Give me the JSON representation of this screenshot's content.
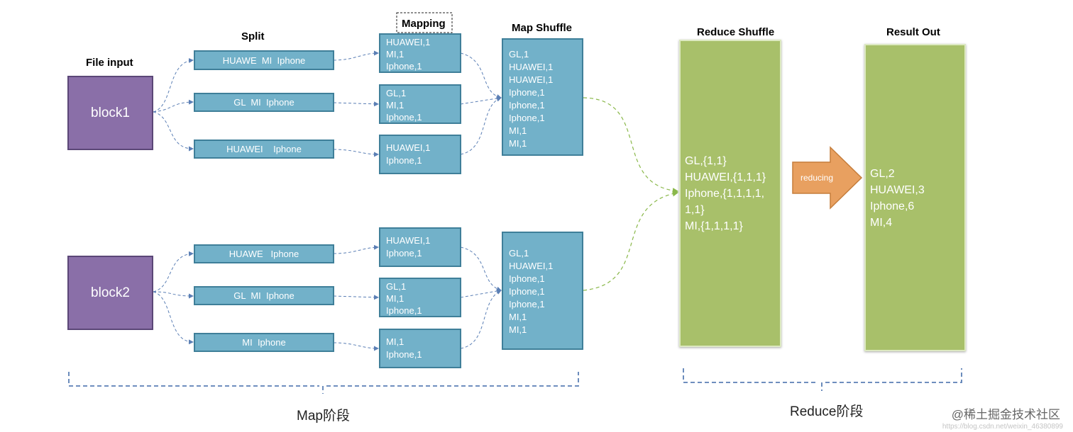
{
  "headers": {
    "file_input": "File input",
    "split": "Split",
    "mapping": "Mapping",
    "map_shuffle": "Map  Shuffle",
    "reduce_shuffle": "Reduce Shuffle",
    "result_out": "Result Out"
  },
  "blocks": [
    "block1",
    "block2"
  ],
  "splits": [
    "HUAWE  MI  Iphone",
    "GL  MI  Iphone",
    "HUAWEI    Iphone",
    "HUAWE   Iphone",
    "GL  MI  Iphone",
    "MI  Iphone"
  ],
  "mappings": [
    [
      "HUAWEI,1",
      "MI,1",
      "Iphone,1"
    ],
    [
      "GL,1",
      "MI,1",
      "Iphone,1"
    ],
    [
      "HUAWEI,1",
      "Iphone,1"
    ],
    [
      "HUAWEI,1",
      "Iphone,1"
    ],
    [
      "GL,1",
      "MI,1",
      "Iphone,1"
    ],
    [
      "MI,1",
      "Iphone,1"
    ]
  ],
  "map_shuffles": [
    [
      "GL,1",
      "HUAWEI,1",
      "HUAWEI,1",
      "Iphone,1",
      "Iphone,1",
      "Iphone,1",
      "MI,1",
      "MI,1"
    ],
    [
      "GL,1",
      "HUAWEI,1",
      "Iphone,1",
      "Iphone,1",
      "Iphone,1",
      "MI,1",
      "MI,1"
    ]
  ],
  "reduce_shuffle": [
    "GL,{1,1}",
    "HUAWEI,{1,1,1}",
    "Iphone,{1,1,1,1,",
    "1,1}",
    "MI,{1,1,1,1}"
  ],
  "reducing_label": "reducing",
  "result_out": [
    "GL,2",
    "HUAWEI,3",
    "Iphone,6",
    "MI,4"
  ],
  "stages": {
    "map": "Map阶段",
    "reduce": "Reduce阶段"
  },
  "watermark": "@稀土掘金技术社区",
  "url_text": "https://blog.csdn.net/weixin_46380899",
  "colors": {
    "block": "#8a6fa8",
    "split_box": "#72b1c9",
    "green_box": "#a8c06a",
    "arrow_blue": "#5b7fb5",
    "arrow_green": "#8ab84a",
    "reducing_arrow": "#e8a060",
    "brace": "#5b7fb5"
  }
}
